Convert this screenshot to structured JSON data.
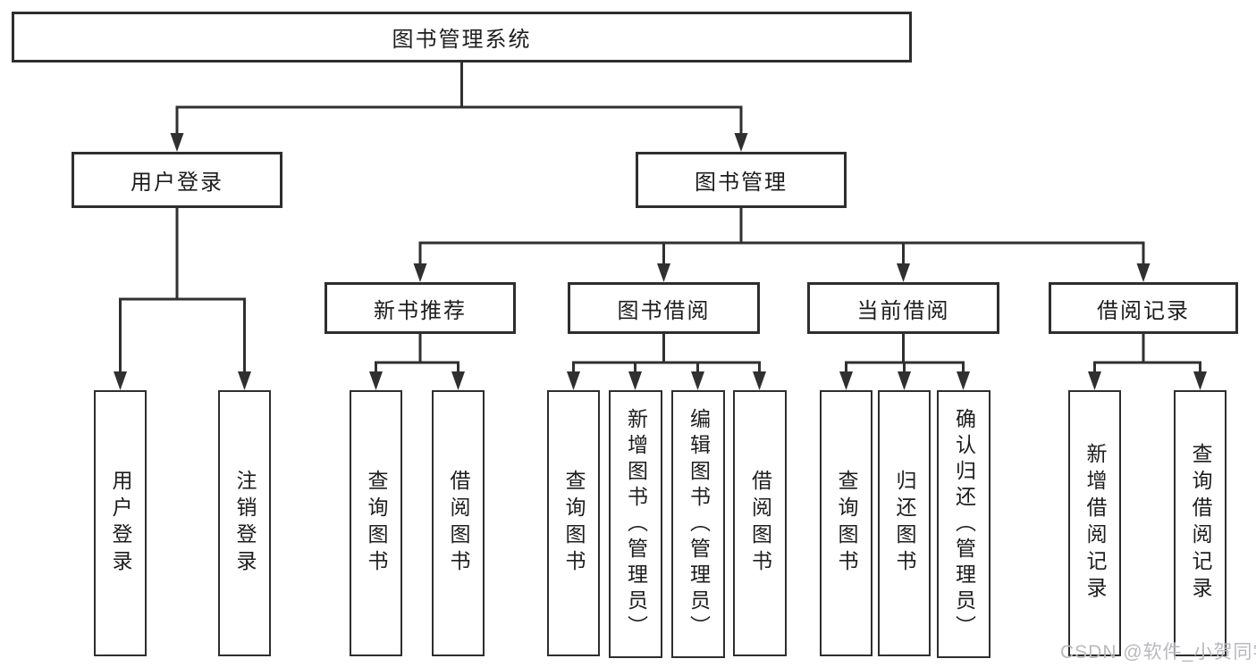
{
  "tree": {
    "root": "图书管理系统",
    "branches": [
      {
        "label": "用户登录",
        "children": [
          "用户登录",
          "注销登录"
        ]
      },
      {
        "label": "图书管理",
        "sections": [
          {
            "label": "新书推荐",
            "children": [
              "查询图书",
              "借阅图书"
            ]
          },
          {
            "label": "图书借阅",
            "children": [
              "查询图书",
              "新增图书（管理员）",
              "编辑图书（管理员）",
              "借阅图书"
            ]
          },
          {
            "label": "当前借阅",
            "children": [
              "查询图书",
              "归还图书",
              "确认归还（管理员）"
            ]
          },
          {
            "label": "借阅记录",
            "children": [
              "新增借阅记录",
              "查询借阅记录"
            ]
          }
        ]
      }
    ]
  },
  "watermark": "CSDN @软件_小贺同学",
  "colors": {
    "line": "#303030",
    "box_border": "#2e2e2e",
    "text": "#1d1d1d",
    "watermark": "#b9b9bd",
    "background": "#ffffff"
  }
}
